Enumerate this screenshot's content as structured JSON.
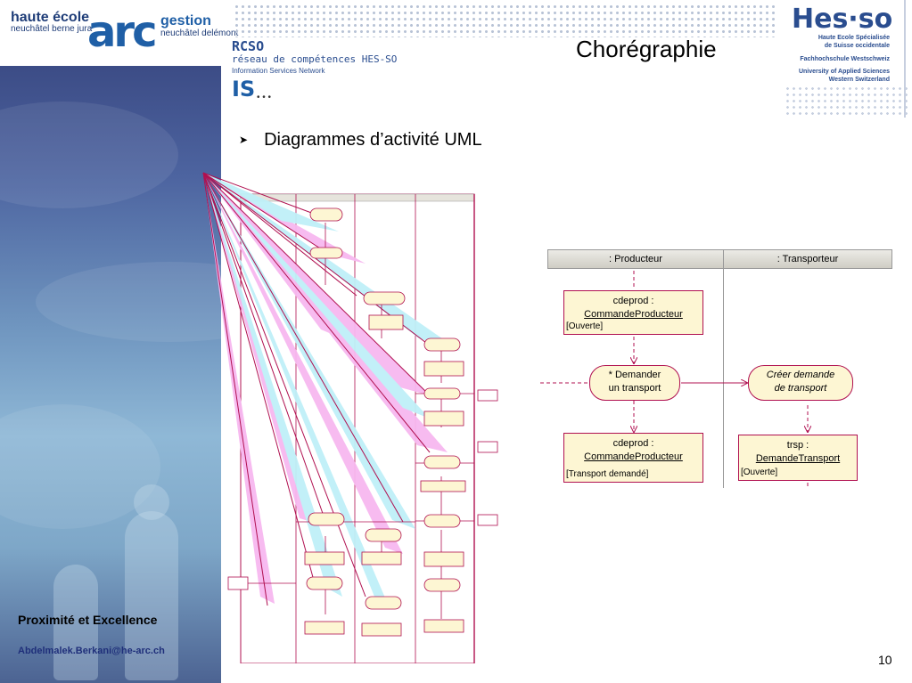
{
  "header": {
    "haute_ecole_line1": "haute école",
    "haute_ecole_line2": "neuchâtel berne jura",
    "arc_logo": "arc",
    "gestion_line1": "gestion",
    "gestion_line2": "neuchâtel delémont",
    "rcso_line1": "RCSO",
    "rcso_line2": "réseau de compétences HES-SO",
    "rcso_line3": "Information Services Network",
    "is_logo": "IS",
    "hesso_logo": "Hes·so",
    "hesso_line1": "Haute Ecole Spécialisée",
    "hesso_line2": "de Suisse occidentale",
    "hesso_line3": "Fachhochschule Westschweiz",
    "hesso_line4": "University of Applied Sciences",
    "hesso_line5": "Western Switzerland"
  },
  "slide": {
    "title": "Chorégraphie",
    "bullet": "Diagrammes d’activité UML",
    "page_number": "10"
  },
  "zoom_diagram": {
    "lanes": [
      ": Producteur",
      ": Transporteur"
    ],
    "objects": [
      {
        "name": "cdeprod :",
        "class": "CommandeProducteur",
        "state": "[Ouverte]"
      },
      {
        "name": "cdeprod :",
        "class": "CommandeProducteur",
        "state": "[Transport demandé]"
      },
      {
        "name": "trsp :",
        "class": "DemandeTransport",
        "state": "[Ouverte]"
      }
    ],
    "activities": [
      {
        "line1": "* Demander",
        "line2": "un transport"
      },
      {
        "line1": "Créer demande",
        "line2": "de transport"
      }
    ]
  },
  "footer": {
    "title": "Proximité et Excellence",
    "email": "Abdelmalek.Berkani@he-arc.ch"
  },
  "colors": {
    "object_fill": "#fdf6d3",
    "object_border": "#b01050",
    "callout_cyan": "#bff0f8",
    "callout_magenta": "#f7b8f0",
    "band_blue": "#4d64a0"
  }
}
